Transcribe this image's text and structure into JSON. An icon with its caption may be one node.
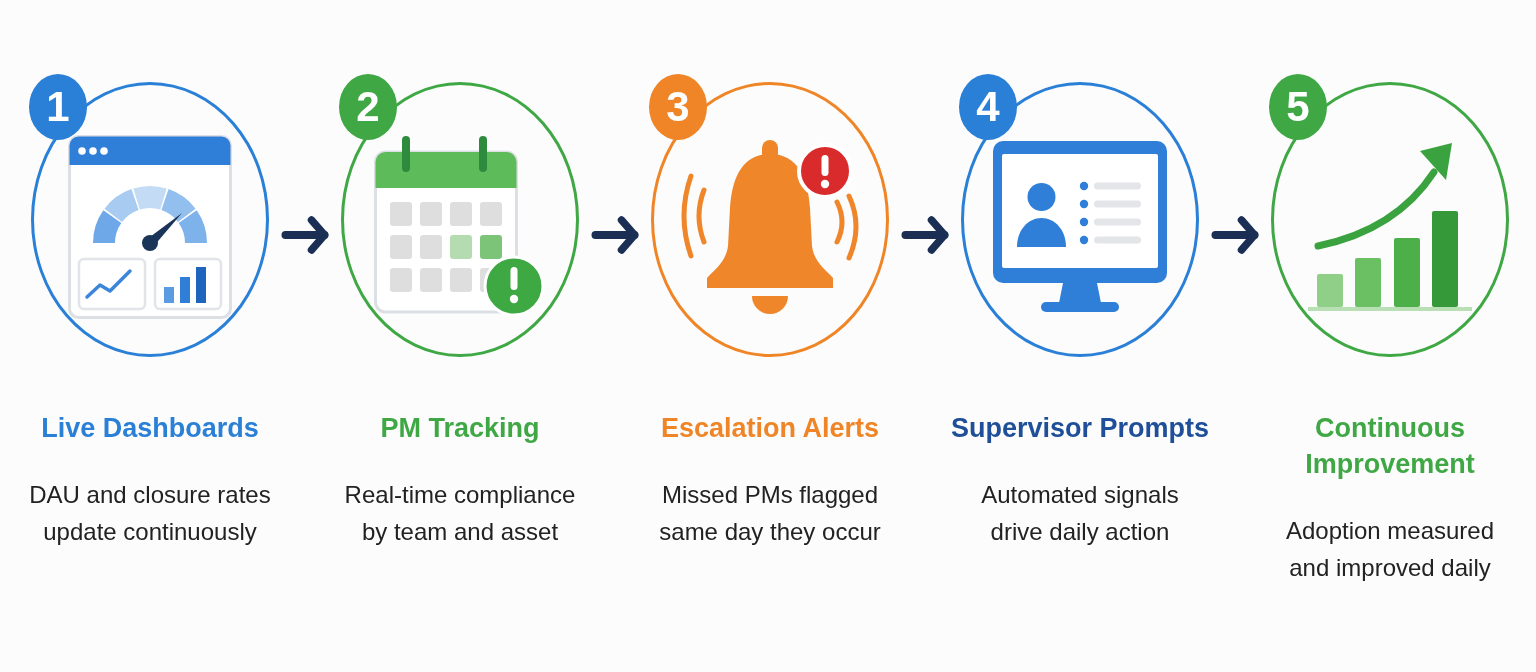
{
  "diagram": {
    "nodes": [
      {
        "text": [
          "1",
          "Live Dashboards",
          "DAU and closure rates update continuously"
        ]
      },
      {
        "text": [
          "2",
          "PM Tracking",
          "Real-time compliance by team and asset"
        ]
      },
      {
        "text": [
          "3",
          "Escalation Alerts",
          "Missed PMs flagged same day they occur"
        ]
      },
      {
        "text": [
          "4",
          "Supervisor Prompts",
          "Automated signals drive daily action"
        ]
      },
      {
        "text": [
          "5",
          "Continuous Improvement",
          "Adoption measured and improved daily"
        ]
      }
    ],
    "edges": [
      {
        "from": 0,
        "to": 1,
        "arrow": "to"
      },
      {
        "from": 1,
        "to": 2,
        "arrow": "to"
      },
      {
        "from": 2,
        "to": 3,
        "arrow": "to"
      },
      {
        "from": 3,
        "to": 4,
        "arrow": "to"
      }
    ]
  }
}
